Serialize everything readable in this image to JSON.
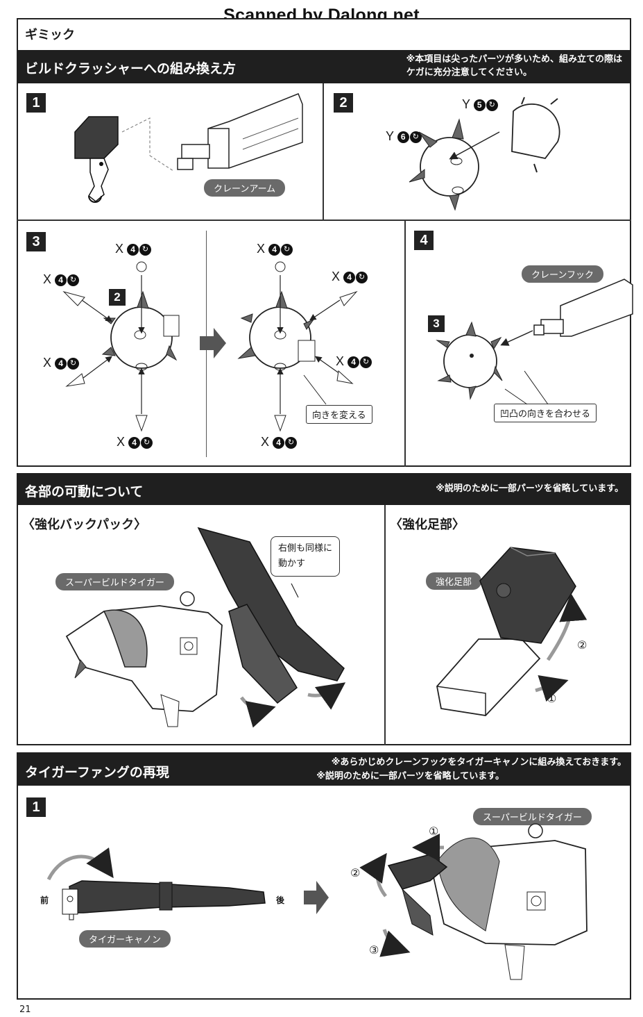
{
  "watermark": "Scanned by Dalong.net",
  "top_section": {
    "label": "ギミック"
  },
  "build_crusher": {
    "title": "ビルドクラッシャーへの組み換え方",
    "note_line1": "※本項目は尖ったパーツが多いため、組み立ての際は",
    "note_line2": "ケガに充分注意してください。",
    "step1": {
      "num": "1",
      "part_label": "クレーンアーム"
    },
    "step2": {
      "num": "2",
      "y5": "Y",
      "y5_num": "5",
      "y6": "Y",
      "y6_num": "6"
    },
    "step3": {
      "num": "3",
      "ref": "2",
      "x": "X",
      "x_num": "4",
      "turn_label": "向きを変える"
    },
    "step4": {
      "num": "4",
      "ref": "3",
      "part_label": "クレーンフック",
      "align_label": "凹凸の向きを合わせる"
    }
  },
  "movement": {
    "title": "各部の可動について",
    "note": "※説明のために一部パーツを省略しています。",
    "backpack": {
      "heading": "〈強化バックパック〉",
      "model_label": "スーパービルドタイガー",
      "callout_line1": "右側も同様に",
      "callout_line2": "動かす"
    },
    "legs": {
      "heading": "〈強化足部〉",
      "part_label": "強化足部",
      "arrow1": "①",
      "arrow2": "②"
    }
  },
  "tiger_fang": {
    "title": "タイガーファングの再現",
    "note_line1": "※あらかじめクレーンフックをタイガーキャノンに組み換えておきます。",
    "note_line2": "※説明のために一部パーツを省略しています。",
    "step1": {
      "num": "1",
      "front": "前",
      "back": "後",
      "part_label": "タイガーキャノン",
      "model_label": "スーパービルドタイガー",
      "arrow1": "①",
      "arrow2": "②",
      "arrow3": "③"
    }
  },
  "page_number": "21",
  "colors": {
    "bar": "#1f1f1f",
    "pill": "#6a6a6a",
    "part_dark": "#3d3d3d",
    "part_mid": "#8a8a8a"
  }
}
